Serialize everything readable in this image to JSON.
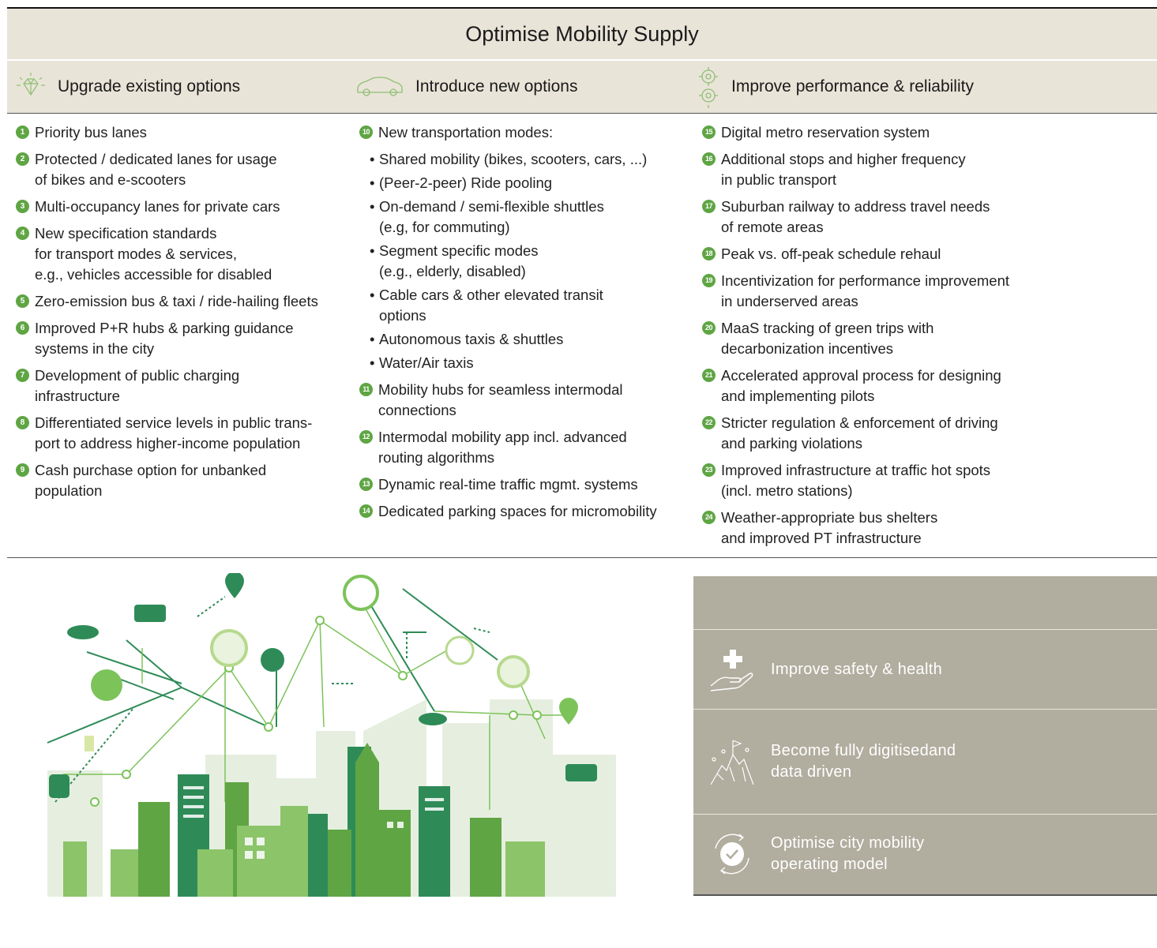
{
  "title": "Optimise Mobility Supply",
  "columns": [
    {
      "header": "Upgrade existing options",
      "icon": "diamond-icon"
    },
    {
      "header": "Introduce new options",
      "icon": "car-icon"
    },
    {
      "header": "Improve performance & reliability",
      "icon": "gears-icon"
    }
  ],
  "col1": [
    {
      "n": "1",
      "t": "Priority bus lanes"
    },
    {
      "n": "2",
      "t": "Protected / dedicated lanes for usage\nof bikes and e-scooters"
    },
    {
      "n": "3",
      "t": "Multi-occupancy lanes for private cars"
    },
    {
      "n": "4",
      "t": "New specification standards\nfor transport modes & services,\ne.g., vehicles accessible for disabled"
    },
    {
      "n": "5",
      "t": "Zero-emission bus & taxi / ride-hailing fleets"
    },
    {
      "n": "6",
      "t": "Improved P+R hubs & parking guidance\nsystems in the city"
    },
    {
      "n": "7",
      "t": "Development of public charging\ninfrastructure"
    },
    {
      "n": "8",
      "t": "Differentiated service levels in public trans-\nport to address higher-income population"
    },
    {
      "n": "9",
      "t": "Cash purchase option for unbanked\npopulation"
    }
  ],
  "col2": {
    "item10": {
      "n": "10",
      "t": "New transportation modes:"
    },
    "subs": [
      "Shared mobility (bikes, scooters, cars, ...)",
      "(Peer-2-peer) Ride pooling",
      "On-demand / semi-flexible shuttles\n(e.g, for commuting)",
      "Segment specific modes\n(e.g., elderly, disabled)",
      "Cable cars & other elevated transit\noptions",
      "Autonomous taxis & shuttles",
      "Water/Air taxis"
    ],
    "items": [
      {
        "n": "11",
        "t": "Mobility hubs for seamless intermodal\nconnections"
      },
      {
        "n": "12",
        "t": "Intermodal mobility app incl. advanced\nrouting algorithms"
      },
      {
        "n": "13",
        "t": "Dynamic real-time traffic mgmt. systems"
      },
      {
        "n": "14",
        "t": "Dedicated parking spaces for micromobility"
      }
    ]
  },
  "col3": [
    {
      "n": "15",
      "t": "Digital metro reservation system"
    },
    {
      "n": "16",
      "t": "Additional stops and higher frequency\nin public transport"
    },
    {
      "n": "17",
      "t": "Suburban railway to address travel needs\nof remote areas"
    },
    {
      "n": "18",
      "t": "Peak vs. off-peak schedule rehaul"
    },
    {
      "n": "19",
      "t": "Incentivization for performance improvement\nin underserved areas"
    },
    {
      "n": "20",
      "t": "MaaS tracking of green trips with\ndecarbonization incentives"
    },
    {
      "n": "21",
      "t": "Accelerated approval process for designing\nand implementing pilots"
    },
    {
      "n": "22",
      "t": "Stricter regulation & enforcement of driving\nand parking violations"
    },
    {
      "n": "23",
      "t": "Improved infrastructure at traffic hot spots\n(incl. metro stations)"
    },
    {
      "n": "24",
      "t": "Weather-appropriate bus shelters\nand improved PT infrastructure"
    }
  ],
  "goals": [
    {
      "label": "Improve safety & health",
      "icon": "hand-cross-icon"
    },
    {
      "label": "Become fully digitisedand\ndata driven",
      "icon": "mountain-flag-icon"
    },
    {
      "label": "Optimise city mobility\noperating model",
      "icon": "cycle-check-icon"
    }
  ],
  "colors": {
    "band": "#e9e4d8",
    "accent": "#5fa544",
    "panel": "#b1ad9f"
  }
}
